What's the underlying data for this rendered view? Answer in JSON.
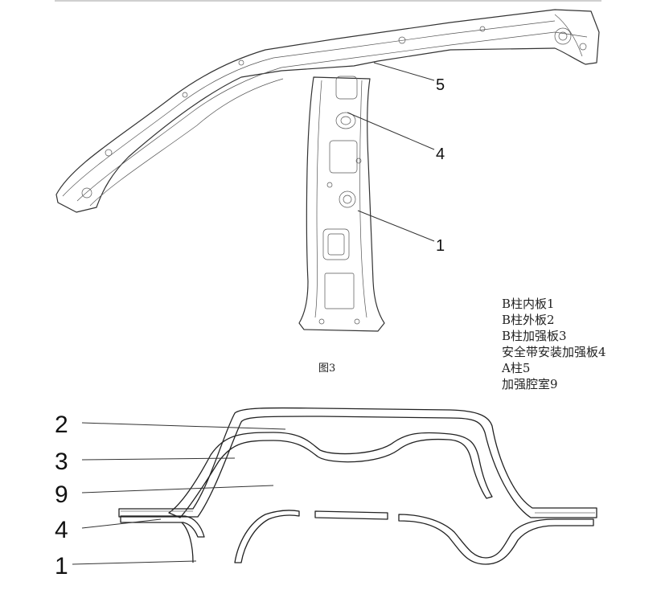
{
  "figure3": {
    "caption": "图3",
    "callouts": [
      "5",
      "4",
      "1"
    ]
  },
  "legend": {
    "items": [
      "B柱内板1",
      "B柱外板2",
      "B柱加强板3",
      "安全带安装加强板4",
      "A柱5",
      "加强腔室9"
    ]
  },
  "section": {
    "callouts": [
      "2",
      "3",
      "9",
      "4",
      "1"
    ]
  }
}
